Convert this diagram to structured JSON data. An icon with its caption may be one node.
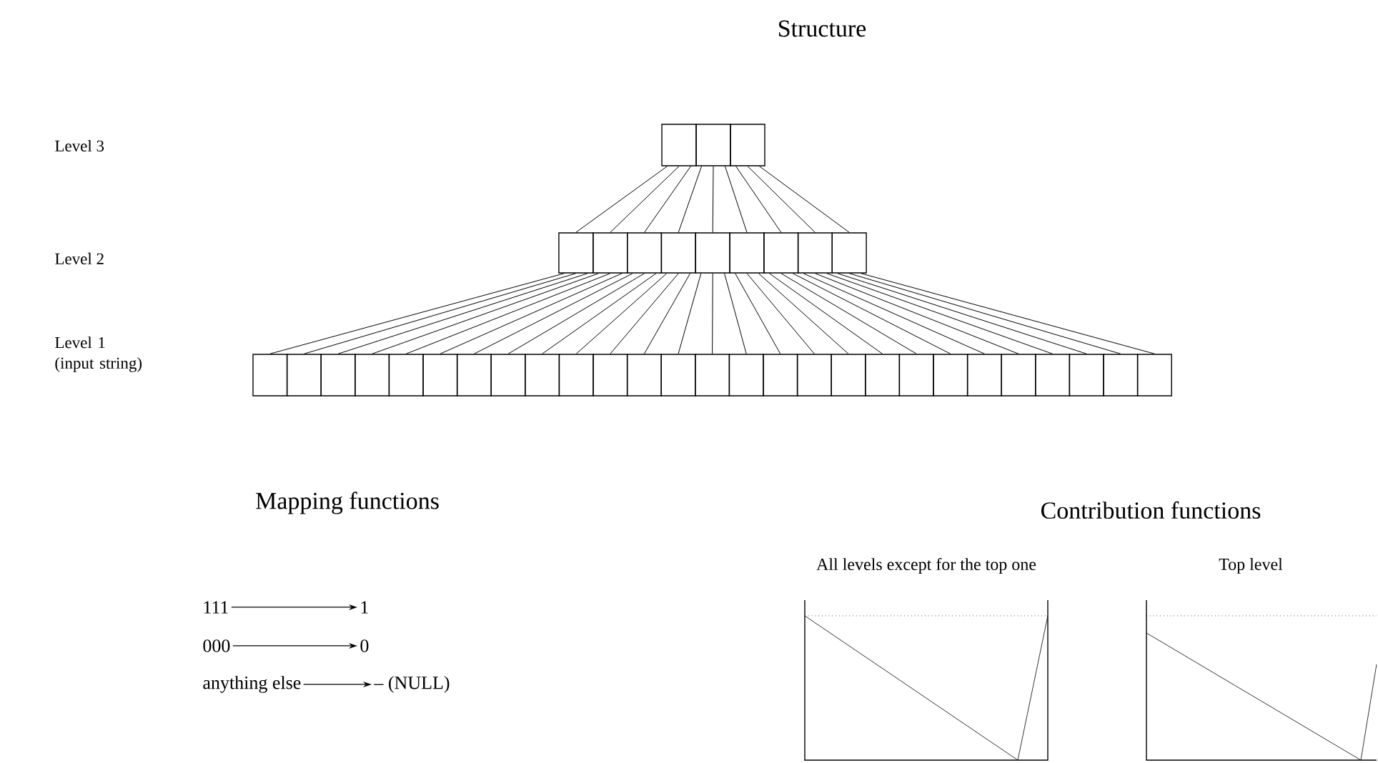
{
  "diagram": {
    "title": "Structure",
    "nodes": [
      {
        "text": [],
        "shape": "box"
      },
      {
        "text": [],
        "shape": "box"
      },
      {
        "text": [],
        "shape": "box"
      },
      {
        "text": [],
        "shape": "box"
      },
      {
        "text": [],
        "shape": "box"
      },
      {
        "text": [],
        "shape": "box"
      },
      {
        "text": [],
        "shape": "box"
      },
      {
        "text": [],
        "shape": "box"
      },
      {
        "text": [],
        "shape": "box"
      },
      {
        "text": [],
        "shape": "box"
      },
      {
        "text": [],
        "shape": "box"
      },
      {
        "text": [],
        "shape": "box"
      },
      {
        "text": [],
        "shape": "box"
      },
      {
        "text": [],
        "shape": "box"
      },
      {
        "text": [],
        "shape": "box"
      },
      {
        "text": [],
        "shape": "box"
      },
      {
        "text": [],
        "shape": "box"
      },
      {
        "text": [],
        "shape": "box"
      },
      {
        "text": [],
        "shape": "box"
      },
      {
        "text": [],
        "shape": "box"
      },
      {
        "text": [],
        "shape": "box"
      },
      {
        "text": [],
        "shape": "box"
      },
      {
        "text": [],
        "shape": "box"
      },
      {
        "text": [],
        "shape": "box"
      },
      {
        "text": [],
        "shape": "box"
      },
      {
        "text": [],
        "shape": "box"
      },
      {
        "text": [],
        "shape": "box"
      },
      {
        "text": [],
        "shape": "box"
      },
      {
        "text": [],
        "shape": "box"
      },
      {
        "text": [],
        "shape": "box"
      },
      {
        "text": [],
        "shape": "box"
      },
      {
        "text": [],
        "shape": "box"
      },
      {
        "text": [],
        "shape": "box"
      },
      {
        "text": [],
        "shape": "box"
      },
      {
        "text": [],
        "shape": "box"
      },
      {
        "text": [],
        "shape": "box"
      },
      {
        "text": [],
        "shape": "box"
      },
      {
        "text": [],
        "shape": "box"
      },
      {
        "text": [],
        "shape": "box"
      },
      {
        "text": [
          "111"
        ]
      },
      {
        "text": [
          "1"
        ]
      },
      {
        "text": [
          "000"
        ]
      },
      {
        "text": [
          "0"
        ]
      },
      {
        "text": [
          "anything else"
        ]
      },
      {
        "text": [
          "– (NULL)"
        ]
      }
    ],
    "edges": [
      {
        "from": 0,
        "to": 3,
        "arrow": "none"
      },
      {
        "from": 0,
        "to": 4,
        "arrow": "none"
      },
      {
        "from": 0,
        "to": 5,
        "arrow": "none"
      },
      {
        "from": 1,
        "to": 6,
        "arrow": "none"
      },
      {
        "from": 1,
        "to": 7,
        "arrow": "none"
      },
      {
        "from": 1,
        "to": 8,
        "arrow": "none"
      },
      {
        "from": 2,
        "to": 9,
        "arrow": "none"
      },
      {
        "from": 2,
        "to": 10,
        "arrow": "none"
      },
      {
        "from": 2,
        "to": 11,
        "arrow": "none"
      },
      {
        "from": 3,
        "to": 12,
        "arrow": "none"
      },
      {
        "from": 3,
        "to": 13,
        "arrow": "none"
      },
      {
        "from": 3,
        "to": 14,
        "arrow": "none"
      },
      {
        "from": 4,
        "to": 15,
        "arrow": "none"
      },
      {
        "from": 4,
        "to": 16,
        "arrow": "none"
      },
      {
        "from": 4,
        "to": 17,
        "arrow": "none"
      },
      {
        "from": 5,
        "to": 18,
        "arrow": "none"
      },
      {
        "from": 5,
        "to": 19,
        "arrow": "none"
      },
      {
        "from": 5,
        "to": 20,
        "arrow": "none"
      },
      {
        "from": 6,
        "to": 21,
        "arrow": "none"
      },
      {
        "from": 6,
        "to": 22,
        "arrow": "none"
      },
      {
        "from": 6,
        "to": 23,
        "arrow": "none"
      },
      {
        "from": 7,
        "to": 24,
        "arrow": "none"
      },
      {
        "from": 7,
        "to": 25,
        "arrow": "none"
      },
      {
        "from": 7,
        "to": 26,
        "arrow": "none"
      },
      {
        "from": 8,
        "to": 27,
        "arrow": "none"
      },
      {
        "from": 8,
        "to": 28,
        "arrow": "none"
      },
      {
        "from": 8,
        "to": 29,
        "arrow": "none"
      },
      {
        "from": 9,
        "to": 30,
        "arrow": "none"
      },
      {
        "from": 9,
        "to": 31,
        "arrow": "none"
      },
      {
        "from": 9,
        "to": 32,
        "arrow": "none"
      },
      {
        "from": 10,
        "to": 33,
        "arrow": "none"
      },
      {
        "from": 10,
        "to": 34,
        "arrow": "none"
      },
      {
        "from": 10,
        "to": 35,
        "arrow": "none"
      },
      {
        "from": 11,
        "to": 36,
        "arrow": "none"
      },
      {
        "from": 11,
        "to": 37,
        "arrow": "none"
      },
      {
        "from": 11,
        "to": 38,
        "arrow": "none"
      },
      {
        "from": 39,
        "to": 40,
        "arrow": "to"
      },
      {
        "from": 41,
        "to": 42,
        "arrow": "to"
      },
      {
        "from": 43,
        "to": 44,
        "arrow": "to"
      }
    ],
    "labels": [
      "Level 3",
      "Level 2",
      "Level 1 (input string)",
      "Mapping functions",
      "Contribution functions",
      "All levels except for the top one",
      "Top level"
    ]
  }
}
